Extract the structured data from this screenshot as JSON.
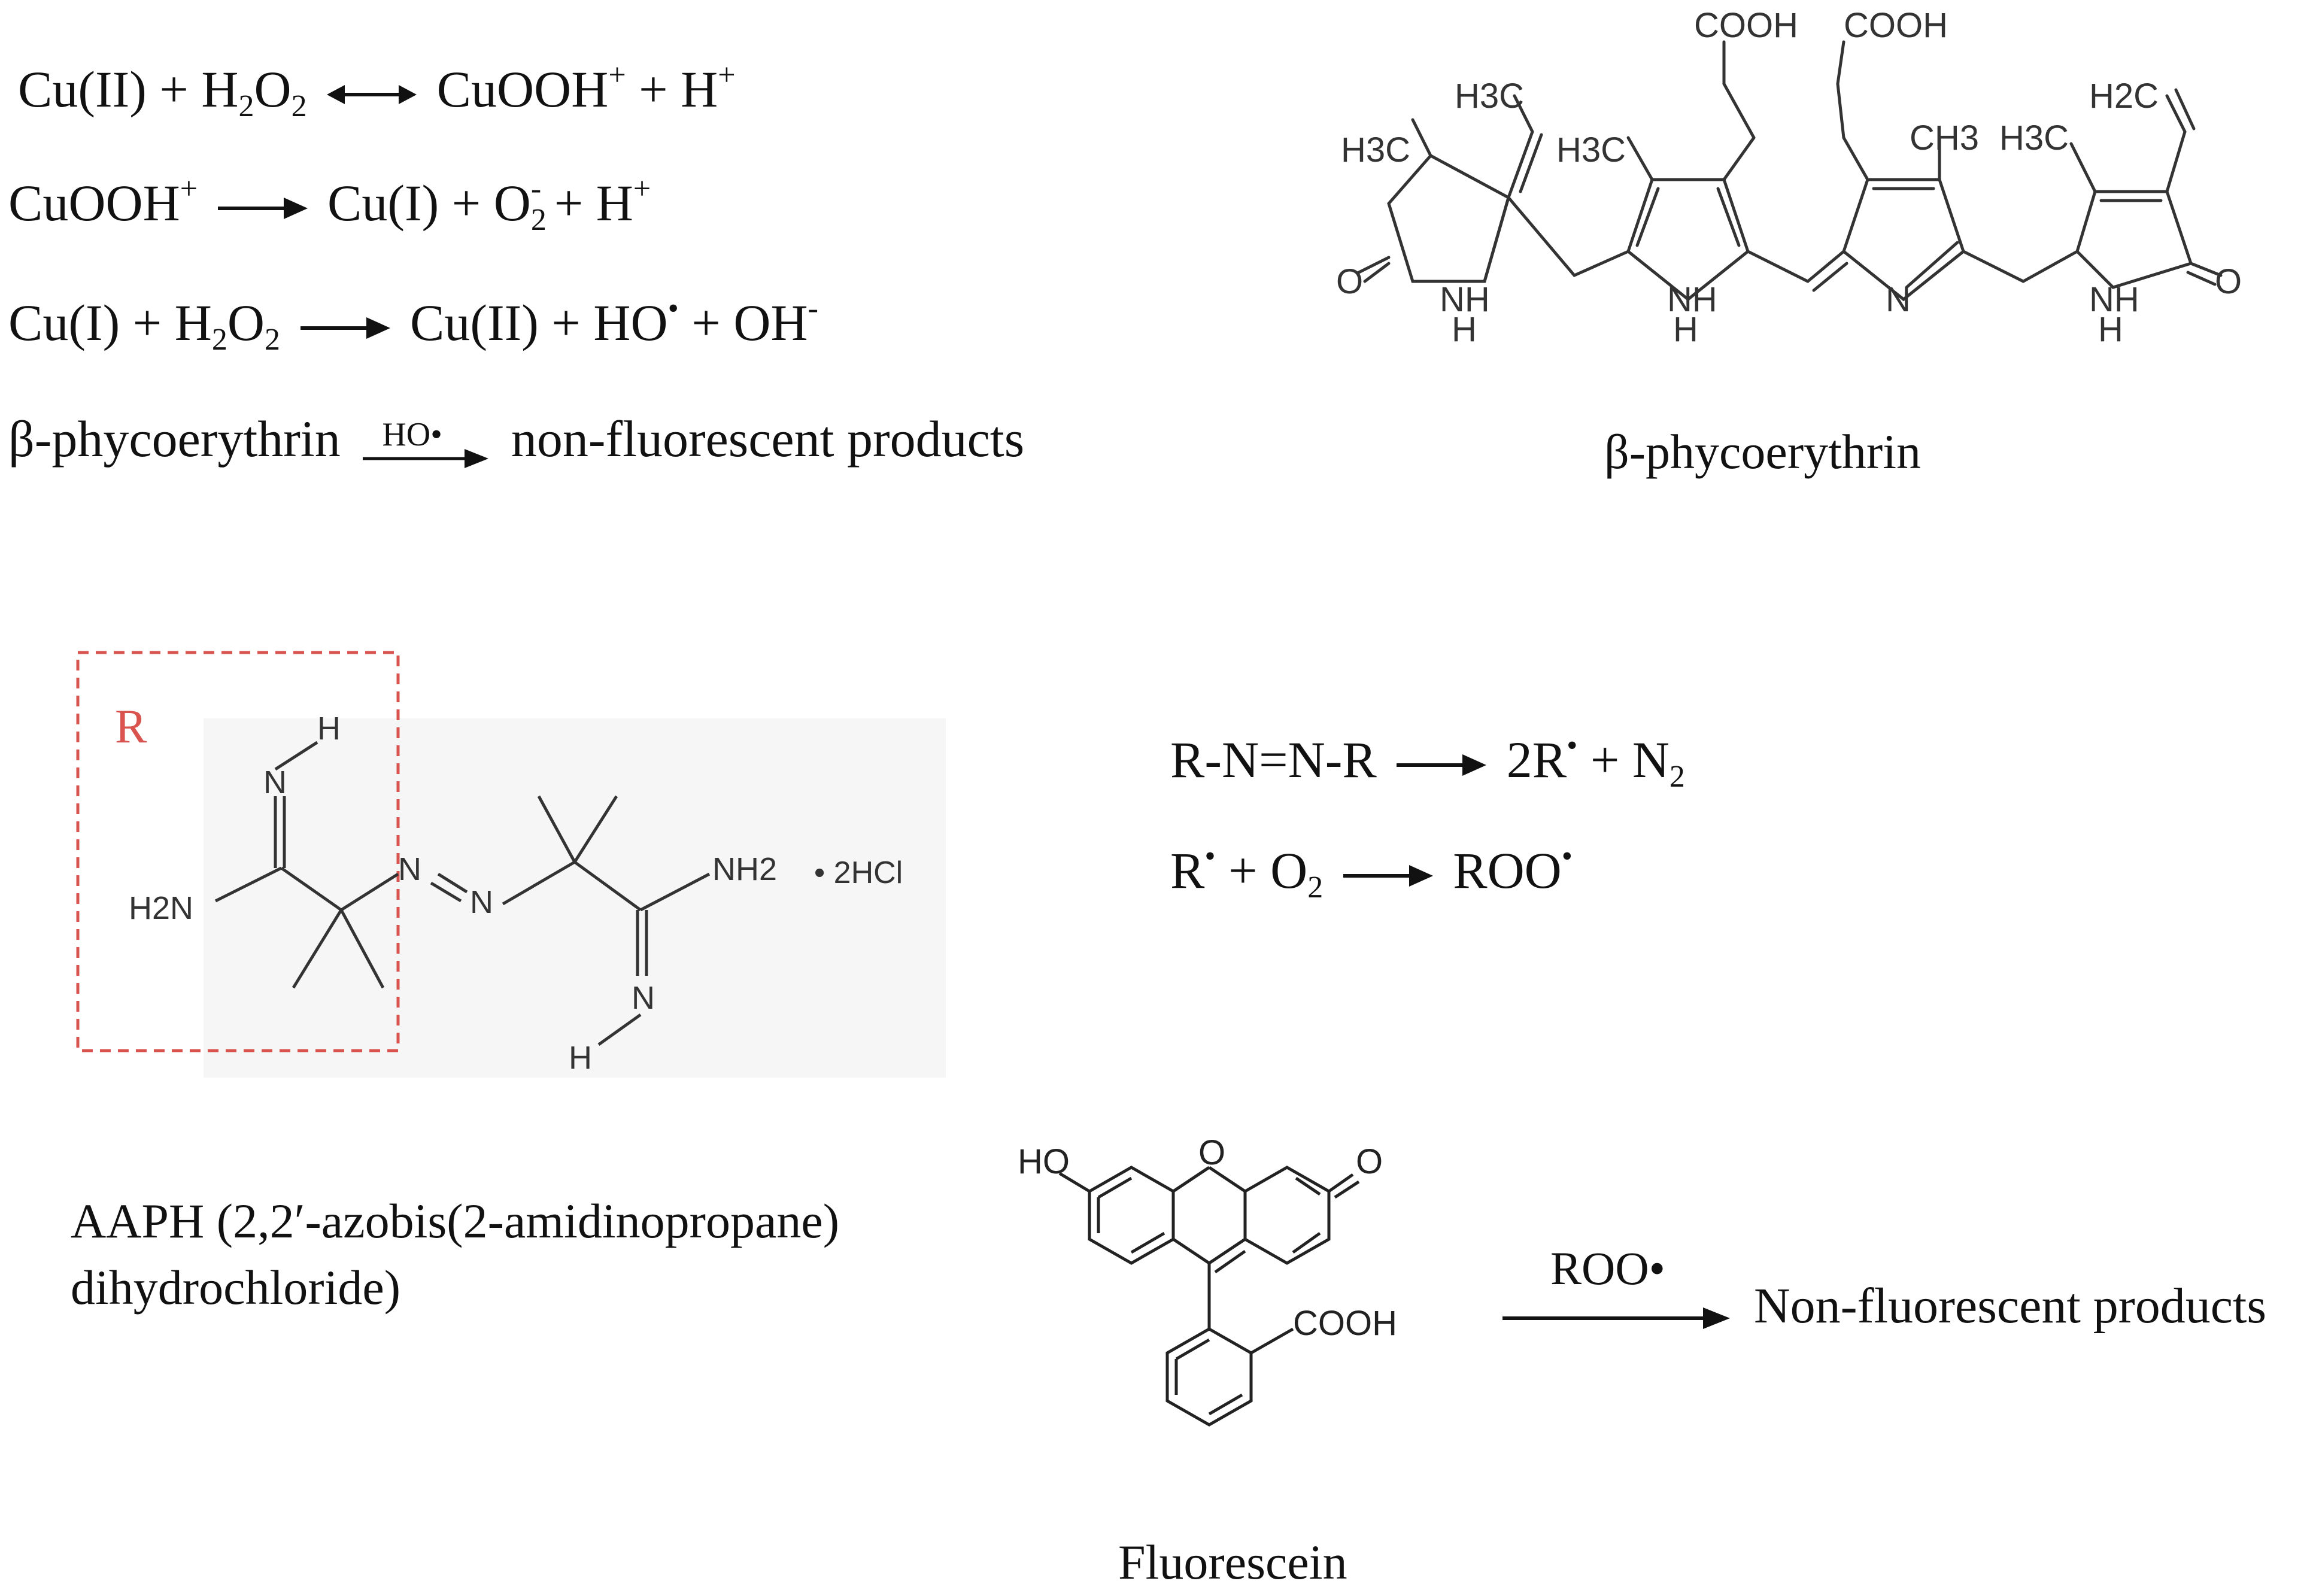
{
  "copper_equations": [
    {
      "parts": [
        "Cu(II) + H",
        "2",
        "O",
        "2",
        "CuOOH",
        "+",
        " + H",
        "+"
      ]
    },
    {
      "parts": [
        "CuOOH",
        "+",
        "Cu(I) + O",
        "2",
        "-",
        " + H",
        "+"
      ]
    },
    {
      "parts": [
        "Cu(I) + H",
        "2",
        "O",
        "2",
        "Cu(II) + HO",
        "•",
        " + OH",
        "-"
      ]
    }
  ],
  "phycoerythrin_reaction": {
    "reactant": "β-phycoerythrin",
    "reagent": "HO•",
    "product": "non-fluorescent products"
  },
  "phycoerythrin_structure": {
    "caption": "β-phycoerythrin",
    "groups": [
      "COOH",
      "COOH",
      "H3C",
      "H3C",
      "H3C",
      "CH3",
      "H3C",
      "H2C",
      "O",
      "O",
      "NH",
      "NH",
      "N",
      "NH",
      "H",
      "H",
      "H"
    ]
  },
  "aaph": {
    "box_label": "R",
    "atoms": [
      "N",
      "H",
      "H2N",
      "N",
      "N",
      "NH2",
      "N",
      "H"
    ],
    "salt": "• 2HCl",
    "name_line1": "AAPH (2,2′-azobis(2-amidinopropane)",
    "name_line2": "dihydrochloride)"
  },
  "radical_equations": [
    {
      "left": "R-N=N-R",
      "right": "2R",
      "radical": "•",
      "extra": " + N",
      "sub": "2"
    },
    {
      "left": "R",
      "radical_left": "•",
      "plus": " + O",
      "sub": "2",
      "right": "ROO",
      "radical": "•"
    }
  ],
  "fluorescein": {
    "caption": "Fluorescein",
    "groups": [
      "HO",
      "O",
      "O",
      "COOH"
    ],
    "reagent": "ROO•",
    "product": "Non-fluorescent products"
  },
  "colors": {
    "ink": "#111111",
    "accent_red": "#d9534f"
  }
}
